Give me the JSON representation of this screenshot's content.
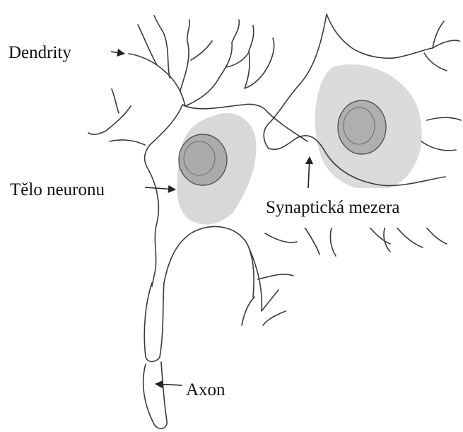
{
  "diagram": {
    "subject": "neuron",
    "labels": {
      "dendrites": "Dendrity",
      "cell_body": "Tělo neuronu",
      "synaptic_gap": "Synaptická mezera",
      "axon": "Axon"
    },
    "colors": {
      "outline": "#3a3a3a",
      "cytoplasm_shading": "#9a9a9a",
      "nucleus": "#8c8c8c",
      "background": "#ffffff",
      "label_text": "#111111"
    }
  }
}
